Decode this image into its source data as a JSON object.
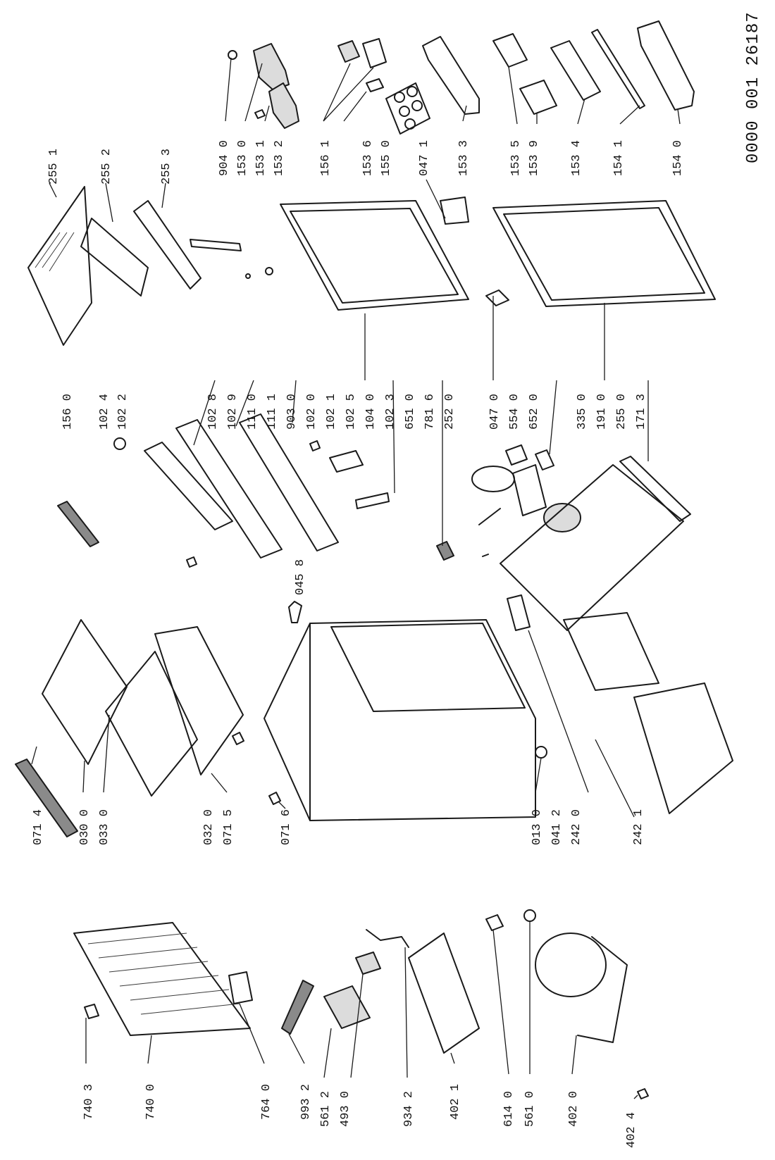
{
  "document_number": "0000 001 26187",
  "labels": [
    {
      "id": "904-0",
      "text": "904 0"
    },
    {
      "id": "153-0",
      "text": "153 0"
    },
    {
      "id": "153-1",
      "text": "153 1"
    },
    {
      "id": "153-2",
      "text": "153 2"
    },
    {
      "id": "156-1",
      "text": "156 1"
    },
    {
      "id": "153-6",
      "text": "153 6"
    },
    {
      "id": "155-0",
      "text": "155 0"
    },
    {
      "id": "047-1",
      "text": "047 1"
    },
    {
      "id": "153-3",
      "text": "153 3"
    },
    {
      "id": "153-5",
      "text": "153 5"
    },
    {
      "id": "153-9",
      "text": "153 9"
    },
    {
      "id": "153-4",
      "text": "153 4"
    },
    {
      "id": "154-1",
      "text": "154 1"
    },
    {
      "id": "154-0",
      "text": "154 0"
    },
    {
      "id": "255-1",
      "text": "255 1"
    },
    {
      "id": "255-2",
      "text": "255 2"
    },
    {
      "id": "255-3",
      "text": "255 3"
    },
    {
      "id": "156-0",
      "text": "156 0"
    },
    {
      "id": "102-4",
      "text": "102 4"
    },
    {
      "id": "102-2",
      "text": "102 2"
    },
    {
      "id": "102-8",
      "text": "102 8"
    },
    {
      "id": "102-9",
      "text": "102 9"
    },
    {
      "id": "111-0",
      "text": "111 0"
    },
    {
      "id": "111-1",
      "text": "111 1"
    },
    {
      "id": "903-0",
      "text": "903 0"
    },
    {
      "id": "102-0",
      "text": "102 0"
    },
    {
      "id": "102-1",
      "text": "102 1"
    },
    {
      "id": "102-5",
      "text": "102 5"
    },
    {
      "id": "104-0",
      "text": "104 0"
    },
    {
      "id": "102-3",
      "text": "102 3"
    },
    {
      "id": "651-0",
      "text": "651 0"
    },
    {
      "id": "781-6",
      "text": "781 6"
    },
    {
      "id": "252-0",
      "text": "252 0"
    },
    {
      "id": "047-0",
      "text": "047 0"
    },
    {
      "id": "554-0",
      "text": "554 0"
    },
    {
      "id": "652-0",
      "text": "652 0"
    },
    {
      "id": "335-0",
      "text": "335 0"
    },
    {
      "id": "191-0",
      "text": "191 0"
    },
    {
      "id": "255-0",
      "text": "255 0"
    },
    {
      "id": "171-3",
      "text": "171 3"
    },
    {
      "id": "045-8",
      "text": "045 8"
    },
    {
      "id": "071-4",
      "text": "071 4"
    },
    {
      "id": "030-0",
      "text": "030 0"
    },
    {
      "id": "033-0",
      "text": "033 0"
    },
    {
      "id": "032-0",
      "text": "032 0"
    },
    {
      "id": "071-5",
      "text": "071 5"
    },
    {
      "id": "071-6",
      "text": "071 6"
    },
    {
      "id": "013-0",
      "text": "013 0"
    },
    {
      "id": "041-2",
      "text": "041 2"
    },
    {
      "id": "242-0",
      "text": "242 0"
    },
    {
      "id": "242-1",
      "text": "242 1"
    },
    {
      "id": "740-3",
      "text": "740 3"
    },
    {
      "id": "740-0",
      "text": "740 0"
    },
    {
      "id": "764-0",
      "text": "764 0"
    },
    {
      "id": "993-2",
      "text": "993 2"
    },
    {
      "id": "561-2",
      "text": "561 2"
    },
    {
      "id": "493-0",
      "text": "493 0"
    },
    {
      "id": "934-2",
      "text": "934 2"
    },
    {
      "id": "402-1",
      "text": "402 1"
    },
    {
      "id": "614-0",
      "text": "614 0"
    },
    {
      "id": "561-0",
      "text": "561 0"
    },
    {
      "id": "402-0",
      "text": "402 0"
    },
    {
      "id": "402-4",
      "text": "402 4"
    }
  ]
}
